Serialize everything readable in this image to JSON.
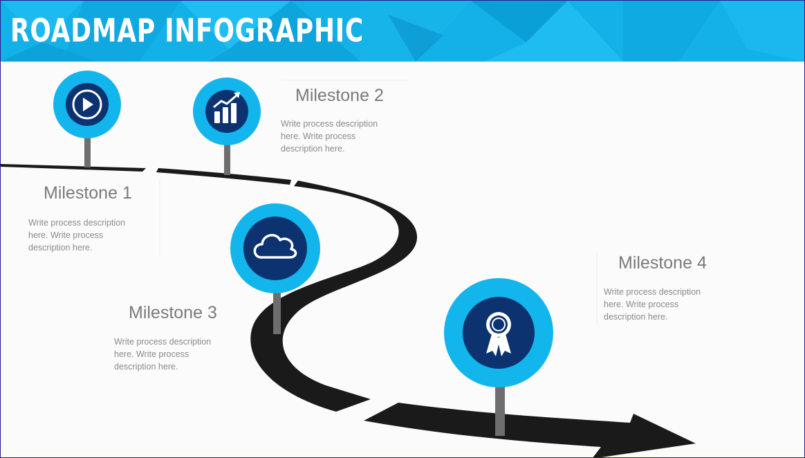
{
  "header": {
    "title": "ROADMAP INFOGRAPHIC"
  },
  "colors": {
    "header_blue": "#13b1e8",
    "pin_outer": "#12b5ec",
    "pin_inner": "#0c3370",
    "pole": "#6e6e6e",
    "road": "#1a1a1a"
  },
  "milestones": [
    {
      "title": "Milestone 1",
      "description": "Write process description here. Write process description here.",
      "icon": "play-icon"
    },
    {
      "title": "Milestone 2",
      "description": "Write process description here. Write process description here.",
      "icon": "growth-chart-icon"
    },
    {
      "title": "Milestone 3",
      "description": "Write process description here. Write process description here.",
      "icon": "cloud-icon"
    },
    {
      "title": "Milestone 4",
      "description": "Write process description here. Write process description here.",
      "icon": "award-ribbon-icon"
    }
  ]
}
